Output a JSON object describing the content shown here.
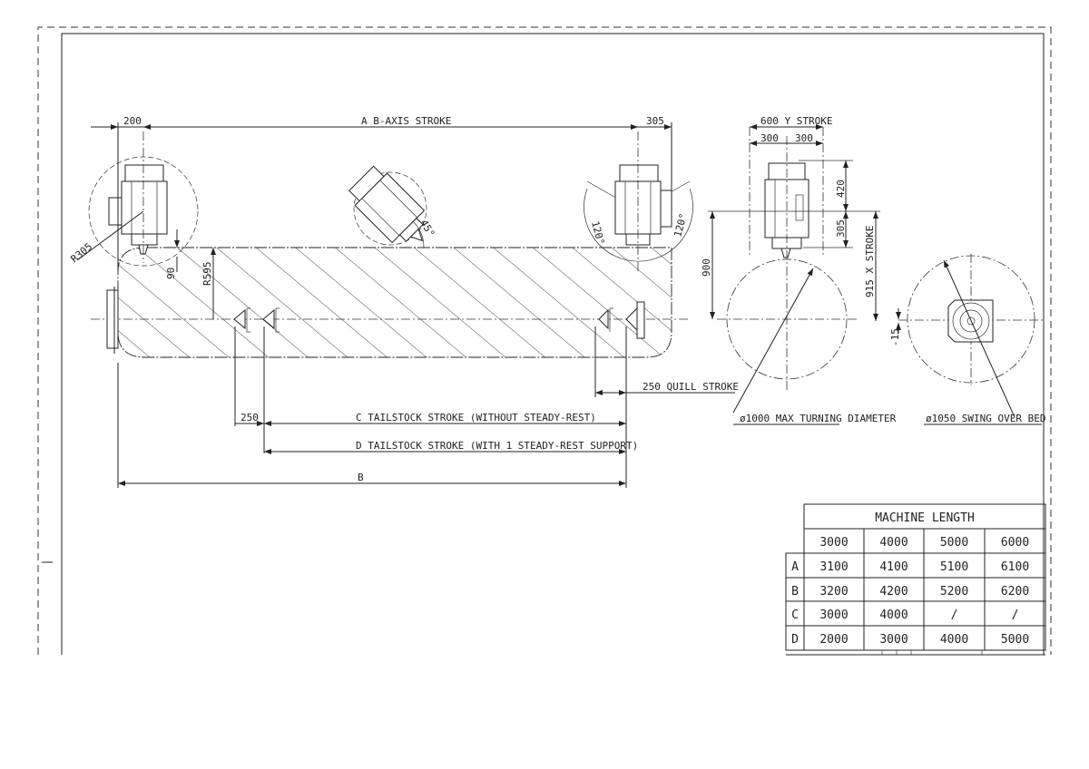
{
  "dimensions": {
    "top_left": "200",
    "a_label": "A   B-AXIS STROKE",
    "top_right": "305",
    "r305": "R305",
    "d90": "90",
    "r595": "R595",
    "angle45": "45°",
    "angle120_left": "120°",
    "angle120_right": "120°",
    "c250": "250",
    "c_label": "C   TAILSTOCK STROKE (WITHOUT STEADY-REST)",
    "d_label": "D   TAILSTOCK STROKE (WITH 1 STEADY-REST SUPPORT)",
    "b_label": "B",
    "quill": "250   QUILL STROKE"
  },
  "side_view": {
    "y_stroke": "600  Y  STROKE",
    "y_half_left": "300",
    "y_half_right": "300",
    "h420": "420",
    "h305": "305",
    "h900": "900",
    "x_stroke": "915   X  STROKE",
    "offset": "-15",
    "max_turning": "ø1000   MAX TURNING DIAMETER",
    "swing": "ø1050   SWING OVER BED"
  },
  "table": {
    "title": "MACHINE LENGTH",
    "columns": [
      "3000",
      "4000",
      "5000",
      "6000"
    ],
    "rows": [
      {
        "label": "A",
        "values": [
          "3100",
          "4100",
          "5100",
          "6100"
        ]
      },
      {
        "label": "B",
        "values": [
          "3200",
          "4200",
          "5200",
          "6200"
        ]
      },
      {
        "label": "C",
        "values": [
          "3000",
          "4000",
          "/",
          "/"
        ]
      },
      {
        "label": "D",
        "values": [
          "2000",
          "3000",
          "4000",
          "5000"
        ]
      }
    ]
  }
}
